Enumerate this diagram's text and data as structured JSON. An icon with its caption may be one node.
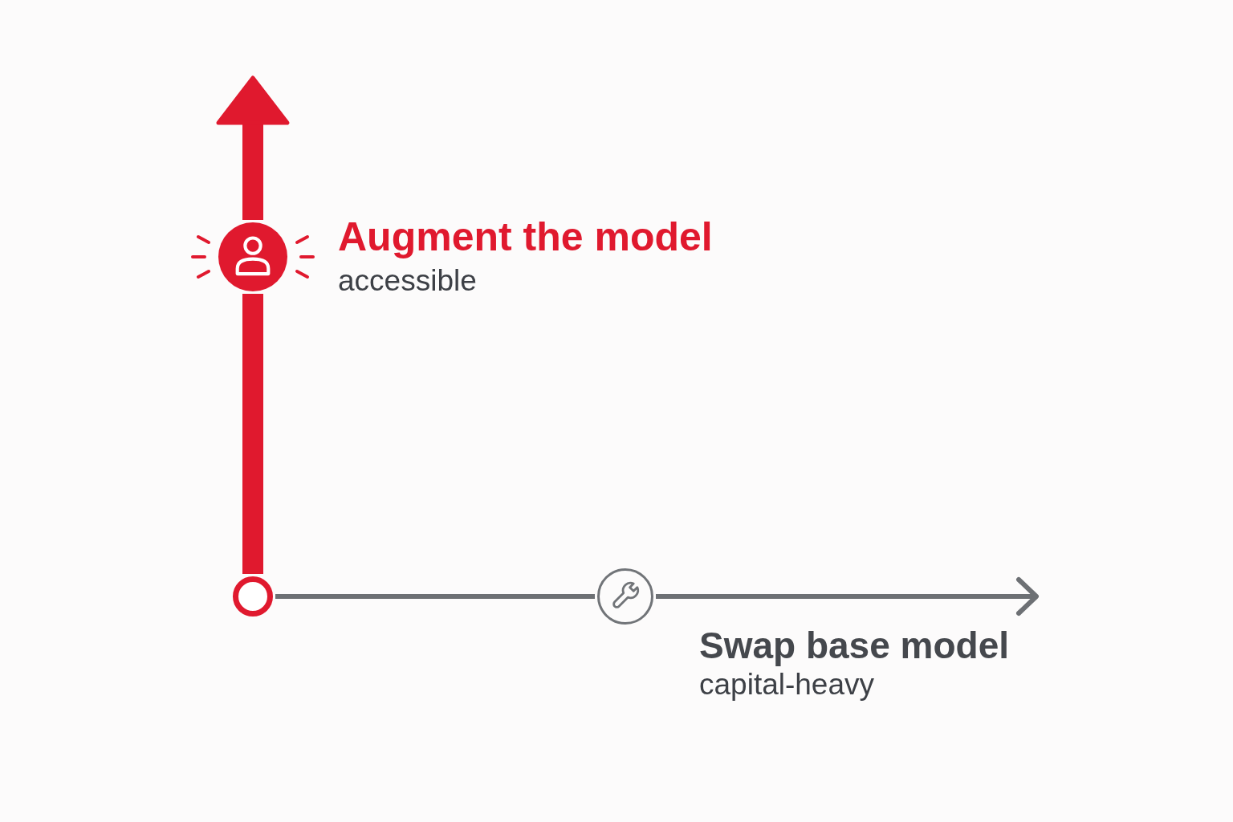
{
  "diagram": {
    "nodes": [
      {
        "text": [],
        "shape": "circle"
      },
      {
        "text": [],
        "shape": "circle",
        "beside": [
          "Augment the model",
          "accessible"
        ]
      },
      {
        "text": [],
        "shape": "circle",
        "beside": [
          "Swap base model",
          "capital-heavy"
        ]
      }
    ],
    "edges": [
      {
        "from": 0,
        "to": 1,
        "arrow": "none",
        "style": "thick",
        "color": "#e0192e"
      },
      {
        "from": 1,
        "to": null,
        "arrow": "to",
        "style": "thick",
        "color": "#e0192e"
      },
      {
        "from": 0,
        "to": 2,
        "arrow": "none",
        "color": "#6d7074"
      },
      {
        "from": 2,
        "to": null,
        "arrow": "to",
        "color": "#6d7074"
      }
    ]
  }
}
